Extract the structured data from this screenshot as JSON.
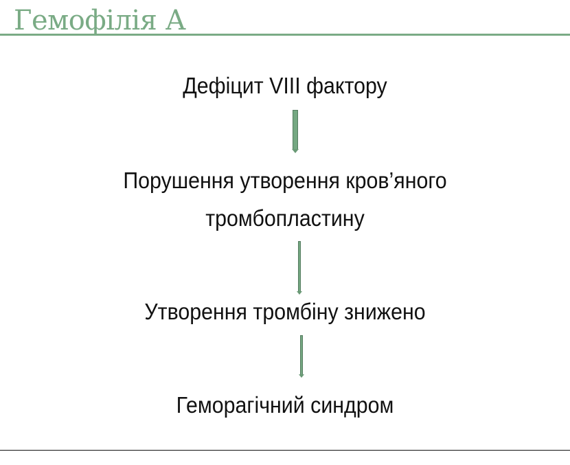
{
  "slide": {
    "title": "Гемофілія А",
    "accent_color": "#7aab85",
    "flow": [
      {
        "label": "Дефіцит VIII фактору"
      },
      {
        "label": "Порушення утворення  кров’яного",
        "label2": "тромбопластину"
      },
      {
        "label": "Утворення тромбіну знижено"
      },
      {
        "label": "Геморагічний синдром"
      }
    ],
    "arrows": [
      "down-arrow",
      "down-arrow",
      "down-arrow"
    ]
  }
}
